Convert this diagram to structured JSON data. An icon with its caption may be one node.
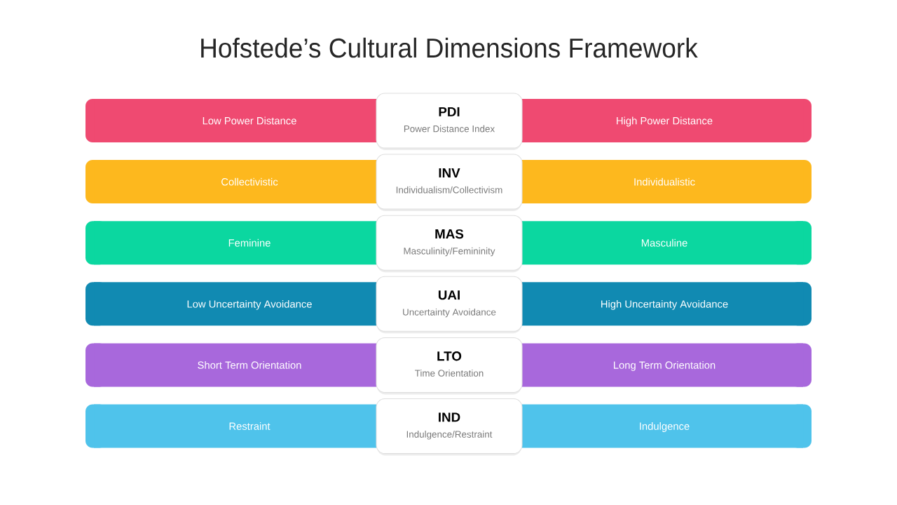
{
  "diagram": {
    "title": "Hofstede’s Cultural Dimensions Framework",
    "nodes": [
      {
        "text": [
          "Low Power Distance"
        ]
      },
      {
        "text": [
          "PDI",
          "Power Distance Index"
        ]
      },
      {
        "text": [
          "High Power Distance"
        ]
      },
      {
        "text": [
          "Collectivistic"
        ]
      },
      {
        "text": [
          "INV",
          "Individualism/Collectivism"
        ]
      },
      {
        "text": [
          "Individualistic"
        ]
      },
      {
        "text": [
          "Feminine"
        ]
      },
      {
        "text": [
          "MAS",
          "Masculinity/Femininity"
        ]
      },
      {
        "text": [
          "Masculine"
        ]
      },
      {
        "text": [
          "Low Uncertainty Avoidance"
        ]
      },
      {
        "text": [
          "UAI",
          "Uncertainty Avoidance"
        ]
      },
      {
        "text": [
          "High Uncertainty Avoidance"
        ]
      },
      {
        "text": [
          "Short Term Orientation"
        ]
      },
      {
        "text": [
          "LTO",
          "Time Orientation"
        ]
      },
      {
        "text": [
          "Long Term Orientation"
        ]
      },
      {
        "text": [
          "Restraint"
        ]
      },
      {
        "text": [
          "IND",
          "Indulgence/Restraint"
        ]
      },
      {
        "text": [
          "Indulgence"
        ]
      }
    ]
  }
}
